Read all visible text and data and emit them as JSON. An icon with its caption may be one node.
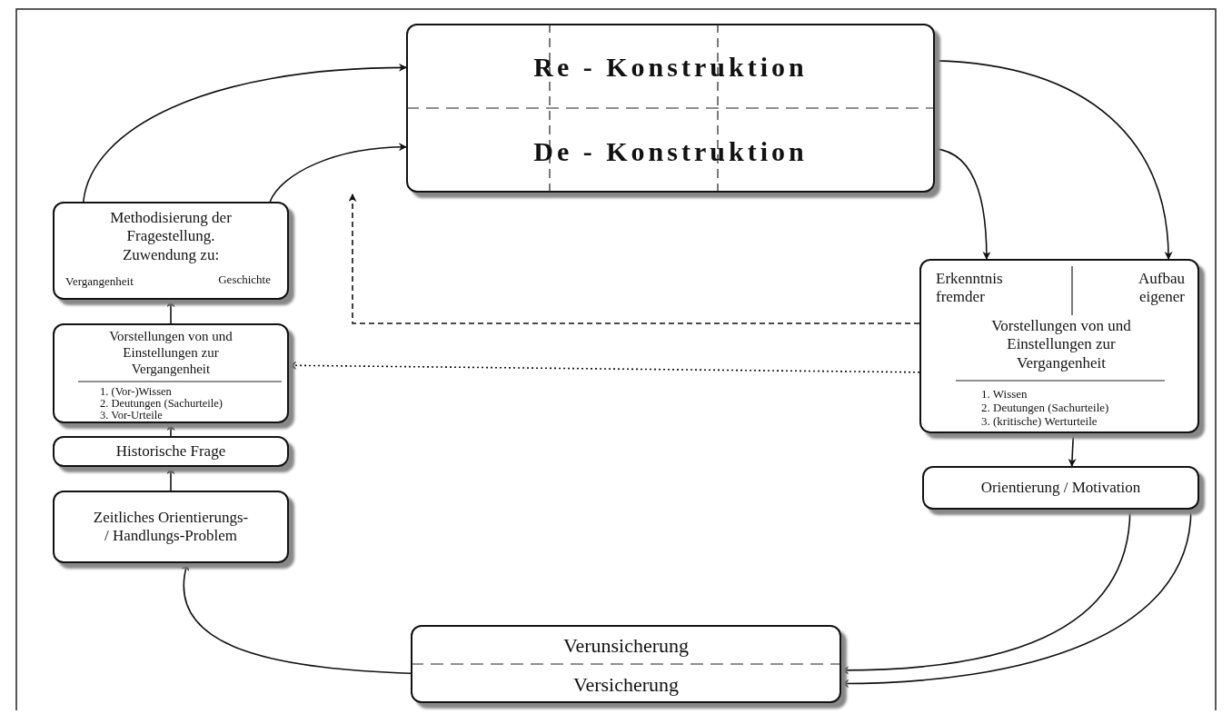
{
  "diagram": {
    "nodes": [
      {
        "text": [
          "Re - Konstruktion",
          "De - Konstruktion"
        ]
      },
      {
        "text": [
          "Erkenntnis fremder",
          "Aufbau eigener",
          "Vorstellungen von und Einstellungen zur Vergangenheit",
          "1. Wissen",
          "2. Deutungen (Sachurteile)",
          "3. (kritische) Werturteile"
        ]
      },
      {
        "text": [
          "Orientierung / Motivation"
        ]
      },
      {
        "text": [
          "Verunsicherung",
          "Versicherung"
        ]
      },
      {
        "text": [
          "Zeitliches Orientierungs- / Handlungs-Problem"
        ]
      },
      {
        "text": [
          "Historische Frage"
        ]
      },
      {
        "text": [
          "Vorstellungen von und Einstellungen zur Vergangenheit",
          "1. (Vor-)Wissen",
          "2. Deutungen (Sachurteile)",
          "3. Vor-Urteile"
        ]
      },
      {
        "text": [
          "Methodisierung der Fragestellung. Zuwendung zu:",
          "Vergangenheit",
          "Geschichte"
        ]
      }
    ],
    "edges": [
      {
        "from": 0,
        "to": 1,
        "arrow": "to"
      },
      {
        "from": 0,
        "to": 1,
        "arrow": "to"
      },
      {
        "from": 1,
        "to": 2,
        "arrow": "to"
      },
      {
        "from": 2,
        "to": 3,
        "arrow": "to"
      },
      {
        "from": 2,
        "to": 3,
        "arrow": "to"
      },
      {
        "from": 3,
        "to": 4,
        "arrow": "to"
      },
      {
        "from": 4,
        "to": 5,
        "arrow": "to"
      },
      {
        "from": 5,
        "to": 6,
        "arrow": "to"
      },
      {
        "from": 6,
        "to": 7,
        "arrow": "to"
      },
      {
        "from": 7,
        "to": 0,
        "arrow": "to"
      },
      {
        "from": 7,
        "to": 0,
        "arrow": "to"
      },
      {
        "from": 1,
        "to": null,
        "arrow": "to",
        "style": "dashed"
      },
      {
        "from": 1,
        "to": 6,
        "arrow": "to",
        "style": "dashed"
      }
    ]
  }
}
